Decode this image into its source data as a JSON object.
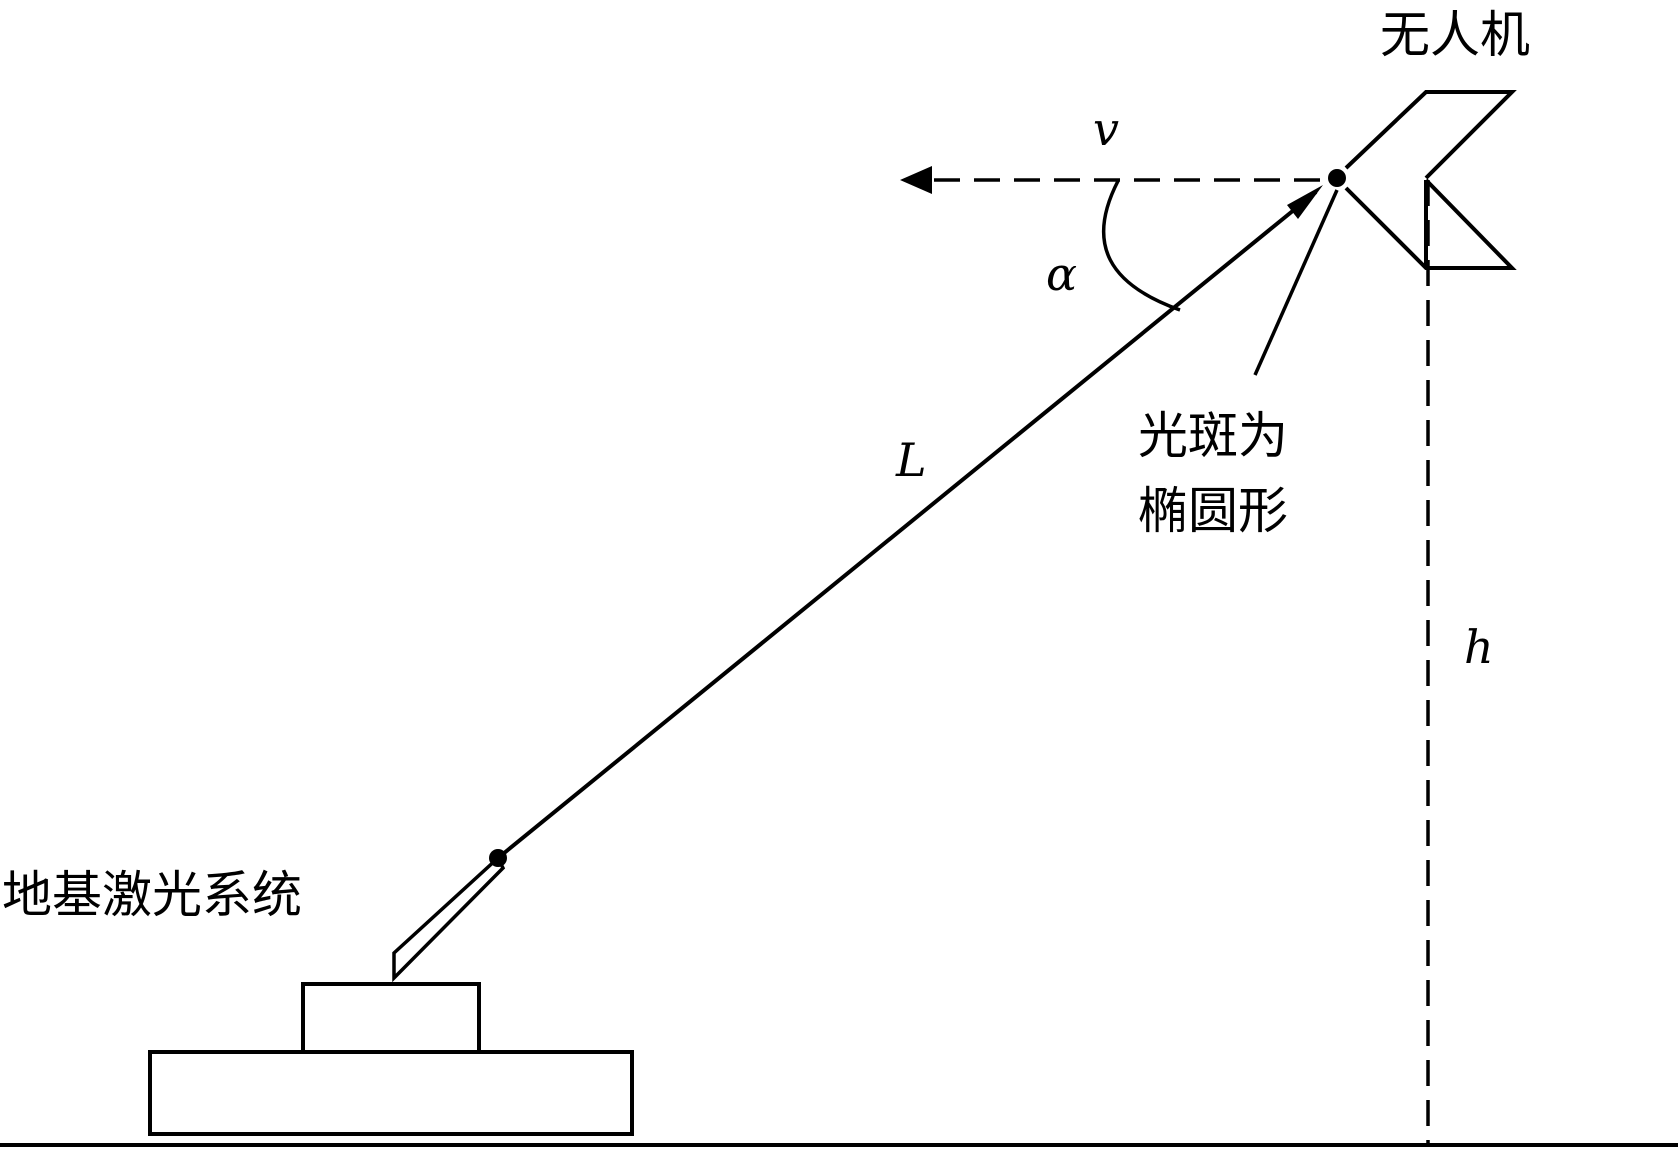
{
  "labels": {
    "uav": "无人机",
    "ground_system": "地基激光系统",
    "spot_line1": "光斑为",
    "spot_line2": "椭圆形"
  },
  "symbols": {
    "velocity": "v",
    "angle": "α",
    "distance": "L",
    "height": "h"
  }
}
